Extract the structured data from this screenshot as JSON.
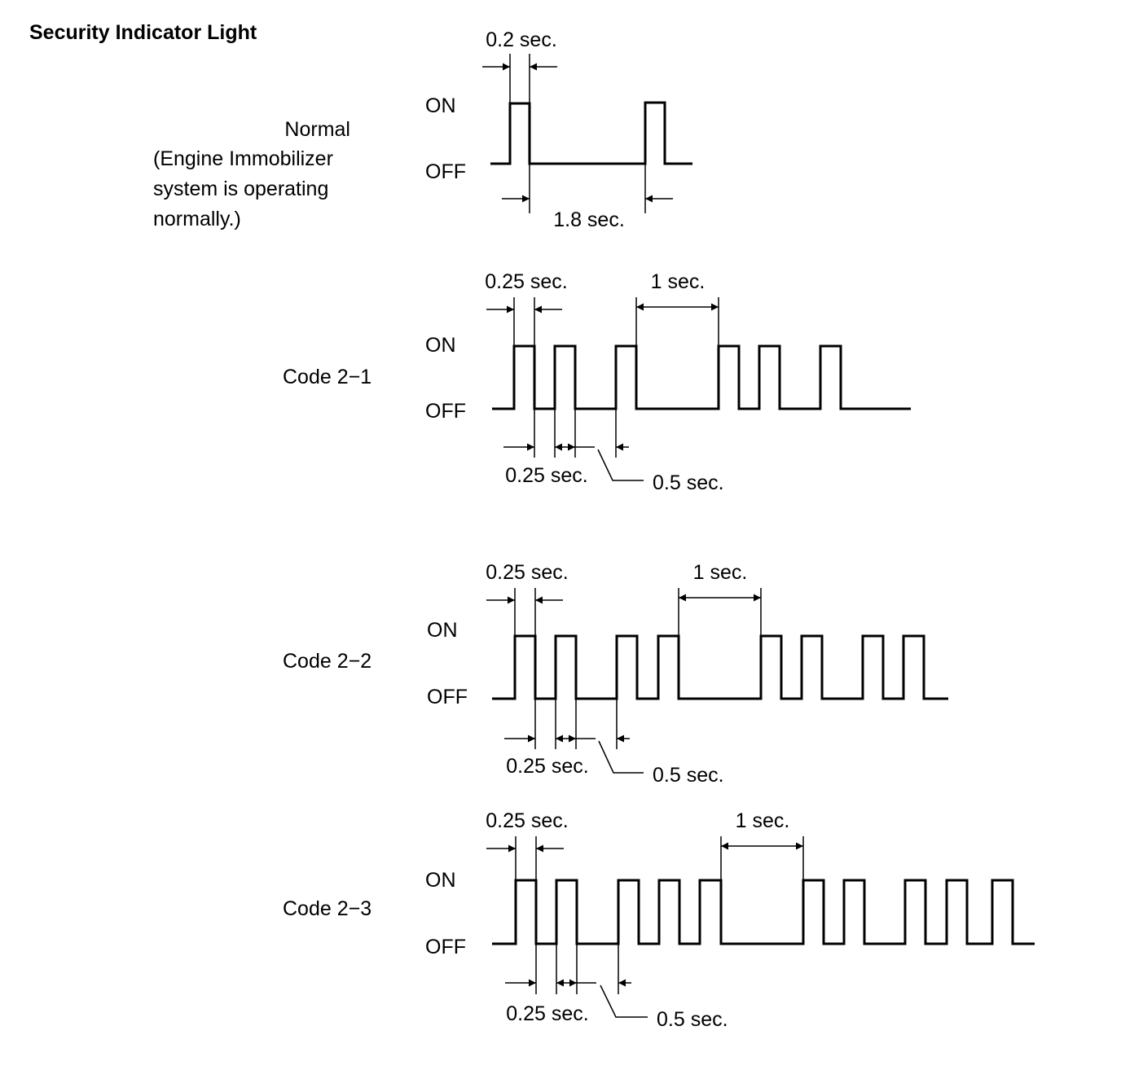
{
  "title": "Security Indicator Light",
  "state_on": "ON",
  "state_off": "OFF",
  "sections": [
    {
      "label_lines": [
        "Normal",
        "(Engine Immobilizer",
        "system is operating",
        "normally.)"
      ],
      "dims": [
        "0.2 sec.",
        "1.8 sec."
      ]
    },
    {
      "label_lines": [
        "Code 2−1"
      ],
      "dims": [
        "0.25 sec.",
        "1 sec.",
        "0.25 sec.",
        "0.5 sec."
      ]
    },
    {
      "label_lines": [
        "Code 2−2"
      ],
      "dims": [
        "0.25 sec.",
        "1 sec.",
        "0.25 sec.",
        "0.5 sec."
      ]
    },
    {
      "label_lines": [
        "Code 2−3"
      ],
      "dims": [
        "0.25 sec.",
        "1 sec.",
        "0.25 sec.",
        "0.5 sec."
      ]
    }
  ]
}
